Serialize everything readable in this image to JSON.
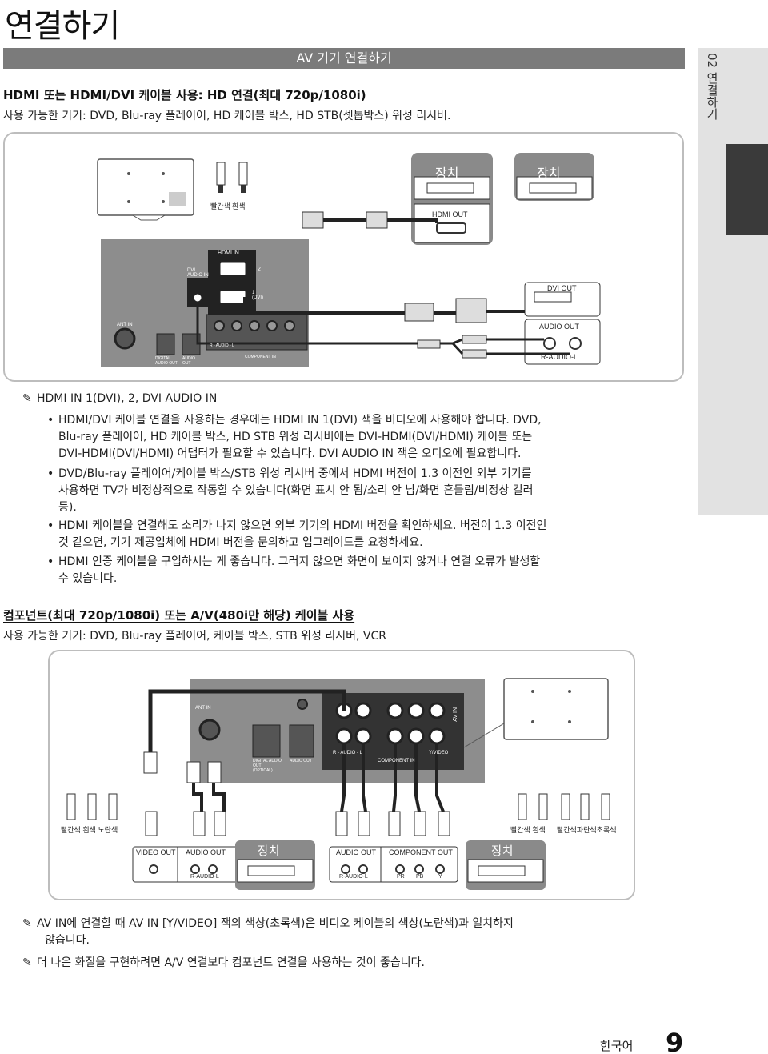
{
  "page": {
    "title": "연결하기",
    "section_bar": "AV 기기 연결하기",
    "side_tab": "02 연결하기",
    "language": "한국어",
    "page_number": "9"
  },
  "hdmi_section": {
    "heading": "HDMI 또는 HDMI/DVI 케이블 사용: HD 연결(최대 720p/1080i)",
    "devices": "사용 가능한 기기: DVD, Blu-ray 플레이어, HD 케이블 박스, HD STB(셋톱박스) 위성 리시버.",
    "diagram": {
      "device_a": "장치",
      "device_b": "장치",
      "hdmi_out": "HDMI OUT",
      "dvi_out": "DVI OUT",
      "audio_out": "AUDIO OUT",
      "r_audio_l": "R-AUDIO-L",
      "red": "빨간색",
      "white": "흰색",
      "hdmi_in": "HDMI IN",
      "dvi_audio_in": "DVI AUDIO IN",
      "ant_in": "ANT IN",
      "port_2": "2",
      "port_1_dvi": "1 (DVI)",
      "digital_audio_out": "DIGITAL AUDIO OUT",
      "audio_out_small": "AUDIO OUT",
      "component_in": "COMPONENT IN",
      "r_audio_l_small": "R - AUDIO - L"
    },
    "note_title": "HDMI IN 1(DVI), 2, DVI AUDIO IN",
    "bullets": [
      [
        "HDMI/DVI 케이블 연결을 사용하는 경우에는 HDMI IN 1(DVI) 잭을 비디오에 사용해야 합니다. DVD,",
        "Blu-ray 플레이어, HD 케이블 박스, HD STB 위성 리시버에는 DVI-HDMI(DVI/HDMI) 케이블 또는",
        "DVI-HDMI(DVI/HDMI) 어댑터가 필요할 수 있습니다. DVI AUDIO IN 잭은 오디오에 필요합니다."
      ],
      [
        "DVD/Blu-ray 플레이어/케이블 박스/STB 위성 리시버 중에서 HDMI 버전이 1.3 이전인 외부 기기를",
        "사용하면 TV가 비정상적으로 작동할 수 있습니다(화면 표시 안 됨/소리 안 남/화면 흔들림/비정상 컬러",
        "등)."
      ],
      [
        "HDMI 케이블을 연결해도 소리가 나지 않으면 외부 기기의 HDMI 버전을 확인하세요. 버전이 1.3 이전인",
        "것 같으면, 기기 제공업체에 HDMI 버전을 문의하고 업그레이드를 요청하세요."
      ],
      [
        "HDMI 인증 케이블을 구입하시는 게 좋습니다. 그러지 않으면 화면이 보이지 않거나 연결 오류가 발생할",
        "수 있습니다."
      ]
    ]
  },
  "component_section": {
    "heading": "컴포넌트(최대 720p/1080i) 또는 A/V(480i만 해당) 케이블 사용",
    "devices": "사용 가능한 기기: DVD, Blu-ray 플레이어, 케이블 박스, STB 위성 리시버, VCR",
    "diagram": {
      "left_colors": "빨간색 흰색 노란색",
      "right_colors_a": "빨간색 흰색",
      "right_colors_b": "빨간색파란색초록색",
      "video_out": "VIDEO OUT",
      "audio_out_1": "AUDIO OUT",
      "audio_out_2": "AUDIO OUT",
      "component_out": "COMPONENT OUT",
      "device_a": "장치",
      "device_b": "장치",
      "r_audio_l_1": "R-AUDIO-L",
      "r_audio_l_2": "R-AUDIO-L",
      "pr": "PR",
      "pb": "PB",
      "y": "Y",
      "ant_in": "ANT IN",
      "digital_audio_out": "DIGITAL AUDIO OUT (OPTICAL)",
      "audio_out_small": "AUDIO OUT",
      "audio_jack": "R - AUDIO - L",
      "y_video": "Y/VIDEO",
      "component_in": "COMPONENT IN",
      "av_in": "AV IN"
    },
    "notes": [
      [
        "AV IN에 연결할 때 AV IN [Y/VIDEO] 잭의 색상(초록색)은 비디오 케이블의 색상(노란색)과 일치하지",
        "않습니다."
      ],
      [
        "더 나은 화질을 구현하려면 A/V 연결보다 컴포넌트 연결을 사용하는 것이 좋습니다."
      ]
    ]
  }
}
